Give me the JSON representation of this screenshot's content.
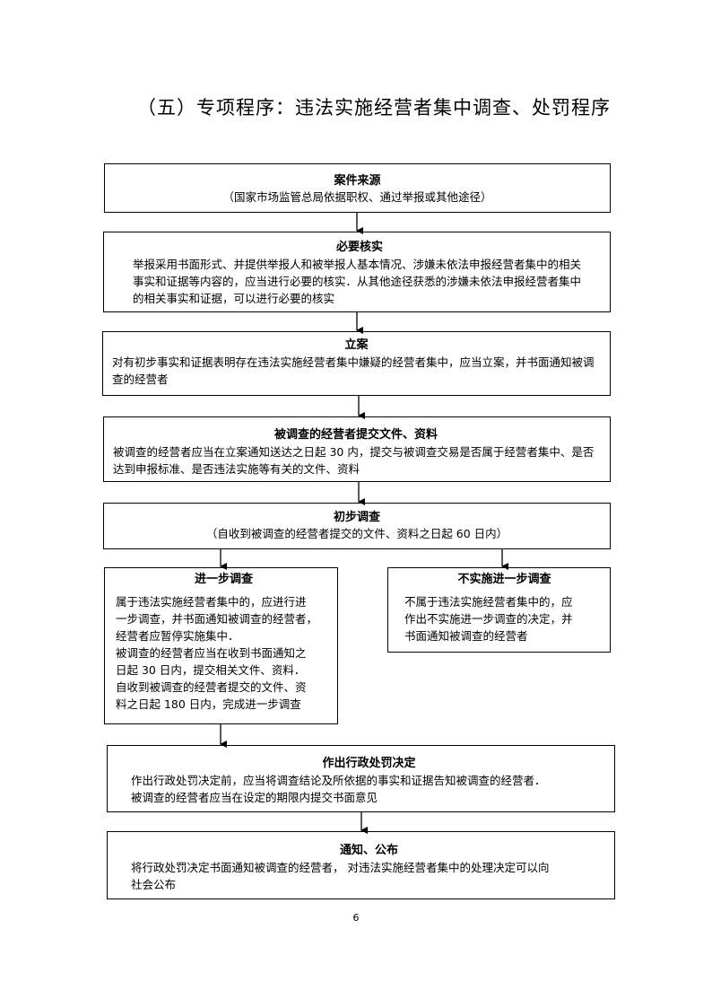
{
  "title": "（五）专项程序：违法实施经营者集中调查、处罚程序",
  "steps": {
    "source": {
      "title": "案件来源",
      "sub": "（国家市场监管总局依据职权、通过举报或其他途径）"
    },
    "verify": {
      "title": "必要核实",
      "text": "举报采用书面形式、并提供举报人和被举报人基本情况、涉嫌未依法申报经营者集中的相关事实和证据等内容的，应当进行必要的核实．从其他途径获悉的涉嫌未依法申报经营者集中的相关事实和证据，可以进行必要的核实"
    },
    "filing": {
      "title": "立案",
      "text": "对有初步事实和证据表明存在违法实施经营者集中嫌疑的经营者集中，应当立案，并书面通知被调查的经营者"
    },
    "submit": {
      "title": "被调查的经营者提交文件、资料",
      "text": "被调查的经营者应当在立案通知送达之日起 30 内，提交与被调查交易是否属于经营者集中、是否达到申报标准、是否违法实施等有关的文件、资料"
    },
    "prelim": {
      "title": "初步调查",
      "sub": "（自收到被调查的经营者提交的文件、资料之日起 60 日内）"
    },
    "further": {
      "title": "进一步调查",
      "lines": [
        "属于违法实施经营者集中的，应进行进",
        "一步调查，并书面通知被调查的经营者，",
        "经营者应暂停实施集中．",
        "被调查的经营者应当在收到书面通知之",
        "日起 30 日内，提交相关文件、资料．",
        "自收到被调查的经营者提交的文件、资",
        "料之日起 180 日内，完成进一步调查"
      ]
    },
    "no_further": {
      "title": "不实施进一步调查",
      "lines": [
        "不属于违法实施经营者集中的，应",
        "作出不实施进一步调查的决定，并",
        "书面通知被调查的经营者"
      ]
    },
    "decision": {
      "title": "作出行政处罚决定",
      "lines": [
        "作出行政处罚决定前，应当将调查结论及所依据的事实和证据告知被调查的经营者．",
        "被调查的经营者应当在设定的期限内提交书面意见"
      ]
    },
    "notice": {
      "title": "通知、公布",
      "lines": [
        "将行政处罚决定书面通知被调查的经营者， 对违法实施经营者集中的处理决定可以向",
        "社会公布"
      ]
    }
  },
  "page_number": "6"
}
